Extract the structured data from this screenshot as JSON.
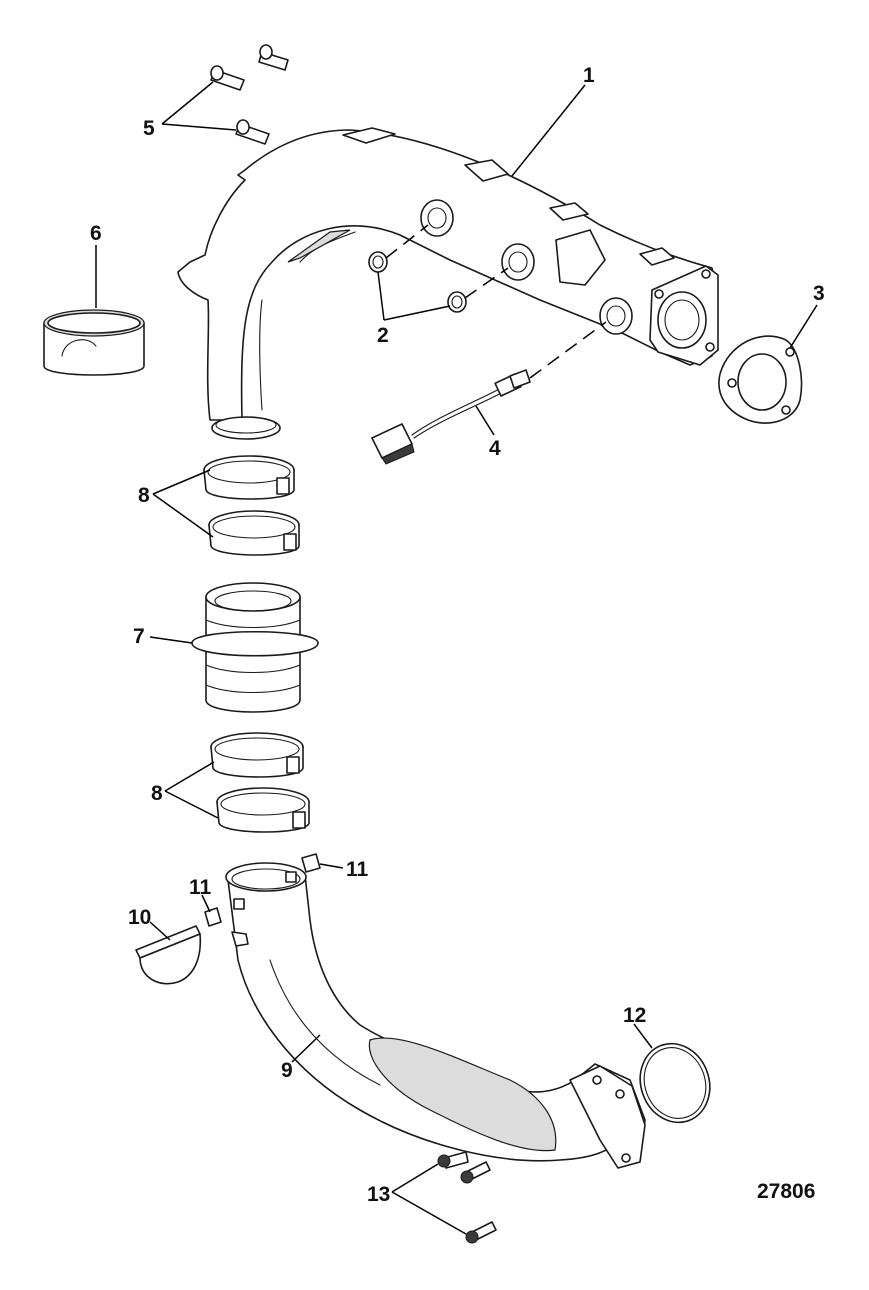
{
  "callouts": {
    "c1": "1",
    "c2": "2",
    "c3": "3",
    "c4": "4",
    "c5": "5",
    "c6": "6",
    "c7": "7",
    "c8a": "8",
    "c8b": "8",
    "c9": "9",
    "c10": "10",
    "c11a": "11",
    "c11b": "11",
    "c12": "12",
    "c13": "13"
  },
  "figure_number": "27806"
}
